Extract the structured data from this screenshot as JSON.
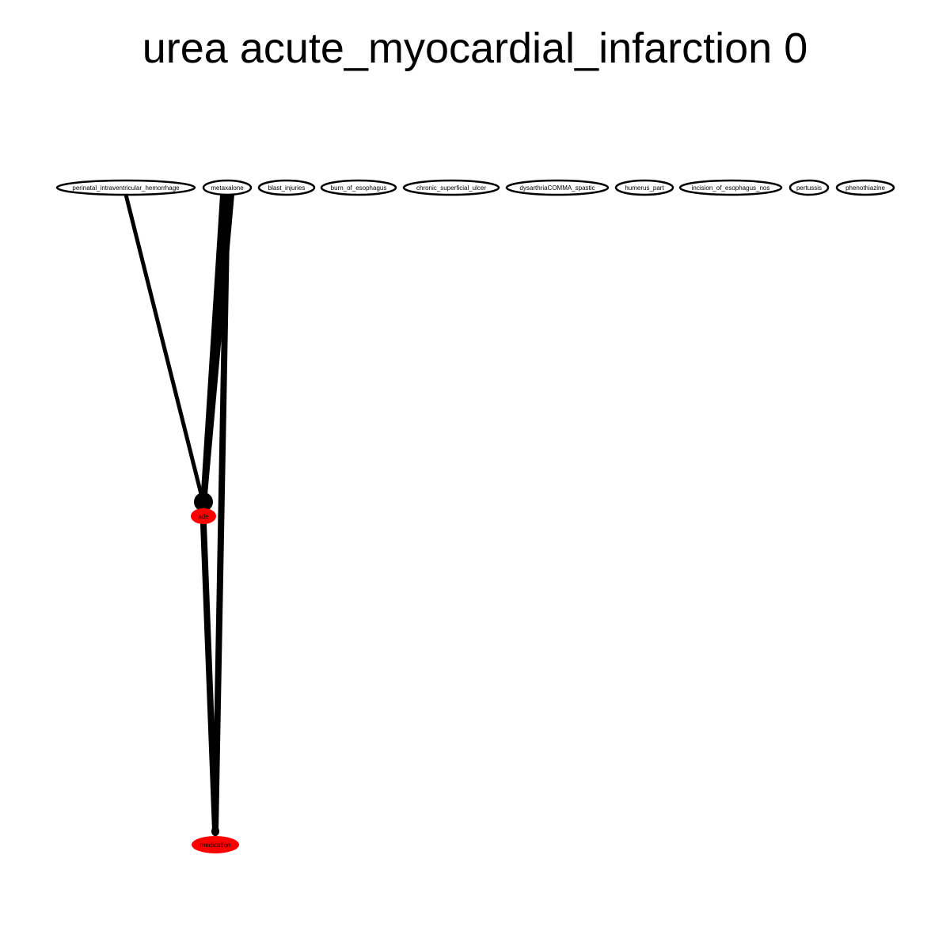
{
  "title": "urea acute_myocardial_infarction 0",
  "colors": {
    "edge": "#000000",
    "highlight": "#ff0000",
    "node_outline": "#000000"
  },
  "nodes": [
    {
      "id": "perinatal",
      "label": "perinatal_intraventricular_hemorrhage",
      "style": "outline"
    },
    {
      "id": "metaxalone",
      "label": "metaxalone",
      "style": "outline"
    },
    {
      "id": "blast",
      "label": "blast_injuries",
      "style": "outline"
    },
    {
      "id": "burn",
      "label": "burn_of_esophagus",
      "style": "outline"
    },
    {
      "id": "chronic",
      "label": "chronic_superficial_ulcer",
      "style": "outline"
    },
    {
      "id": "dysarthria",
      "label": "dysarthriaCOMMA_spastic",
      "style": "outline"
    },
    {
      "id": "humerus",
      "label": "humerus_part",
      "style": "outline"
    },
    {
      "id": "incision",
      "label": "incision_of_esophagus_nos",
      "style": "outline"
    },
    {
      "id": "pertussis",
      "label": "pertussis",
      "style": "outline"
    },
    {
      "id": "phenothiazine",
      "label": "phenothiazine",
      "style": "outline"
    },
    {
      "id": "ade",
      "label": "ade",
      "style": "filled"
    },
    {
      "id": "medication",
      "label": "medication",
      "style": "filled"
    }
  ],
  "edges": [
    {
      "from": "perinatal",
      "to": "ade",
      "weight": "thin"
    },
    {
      "from": "metaxalone",
      "to": "ade",
      "weight": "heavy"
    },
    {
      "from": "metaxalone",
      "to": "medication",
      "weight": "medium"
    },
    {
      "from": "ade",
      "to": "medication",
      "weight": "medium"
    }
  ]
}
